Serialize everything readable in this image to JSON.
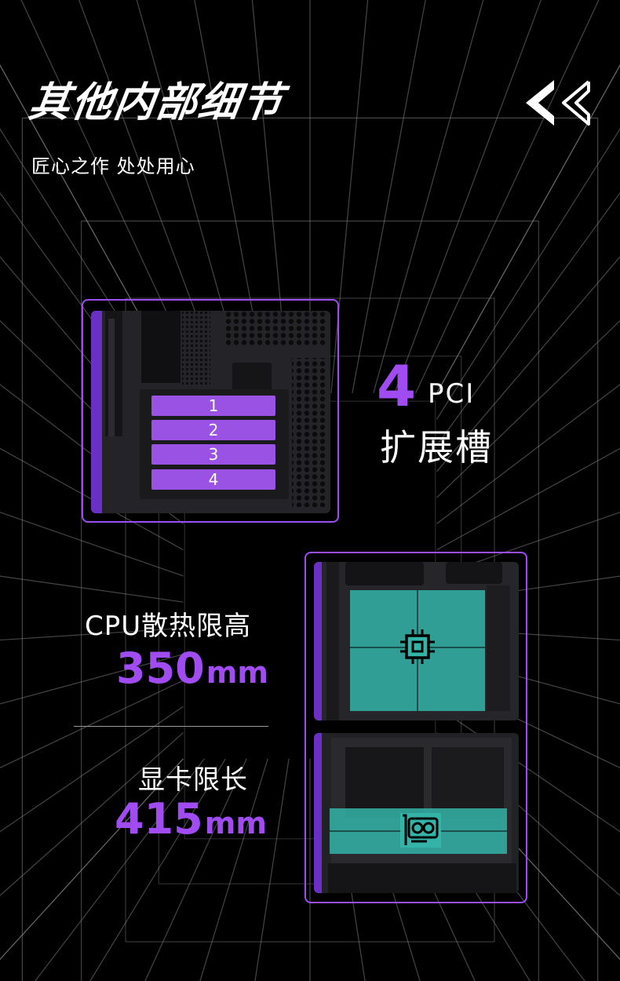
{
  "header": {
    "title": "其他内部细节",
    "subtitle": "匠心之作 处处用心"
  },
  "icons": {
    "back_arrows": "double-chevron-left-icon",
    "cpu": "cpu-chip-icon",
    "gpu": "graphics-card-icon"
  },
  "pci": {
    "slot_labels": [
      "1",
      "2",
      "3",
      "4"
    ],
    "count": "4",
    "label": "PCI",
    "caption": "扩展槽"
  },
  "cpu_cooler": {
    "label": "CPU散热限高",
    "value": "350",
    "unit": "mm"
  },
  "gpu": {
    "label": "显卡限长",
    "value": "415",
    "unit": "mm"
  },
  "colors": {
    "accent_purple": "#a04cf2",
    "frame_purple": "#9c4ef0",
    "teal_overlay": "#34b4a8",
    "background": "#000000",
    "grid_line": "#8a8a8a"
  }
}
